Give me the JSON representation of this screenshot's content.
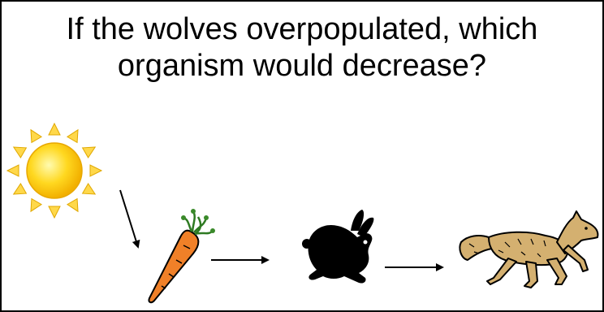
{
  "question": {
    "line1": "If the wolves overpopulated, which",
    "line2": "organism would decrease?"
  },
  "food_chain": {
    "organisms": [
      {
        "name": "sun",
        "icon": "sun-icon"
      },
      {
        "name": "carrot",
        "icon": "carrot-icon"
      },
      {
        "name": "rabbit",
        "icon": "rabbit-icon"
      },
      {
        "name": "wolf",
        "icon": "wolf-icon"
      }
    ]
  },
  "colors": {
    "sun_core": "#ffd21a",
    "sun_rays": "#ffd84a",
    "carrot": "#f08028",
    "carrot_leaves": "#3a8a2a",
    "rabbit": "#000000",
    "wolf": "#d4b070",
    "arrow": "#000000"
  }
}
